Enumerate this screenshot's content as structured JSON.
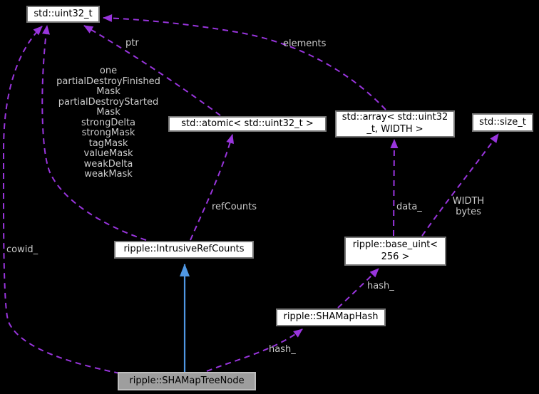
{
  "diagram": {
    "type": "collaboration-graph",
    "background_color": "#000000",
    "usage_edge_color": "#9935dd",
    "inheritance_edge_color": "#4f97e3",
    "edge_label_color": "#cbcbcb",
    "node_fill": "#ffffff",
    "focus_node_fill": "#9e9e9e",
    "nodes": [
      {
        "id": "std-uint32-t",
        "label": "std::uint32_t",
        "highlighted": false
      },
      {
        "id": "std-atomic-uint32",
        "label": "std::atomic< std::uint32_t >",
        "highlighted": false
      },
      {
        "id": "std-array-uint32-width",
        "label": "std::array< std::uint32\n_t, WIDTH >",
        "highlighted": false
      },
      {
        "id": "std-size-t",
        "label": "std::size_t",
        "highlighted": false
      },
      {
        "id": "ripple-intrusiverefcounts",
        "label": "ripple::IntrusiveRefCounts",
        "highlighted": false
      },
      {
        "id": "ripple-base-uint-256",
        "label": "ripple::base_uint<\n256 >",
        "highlighted": false
      },
      {
        "id": "ripple-shamaphash",
        "label": "ripple::SHAMapHash",
        "highlighted": false
      },
      {
        "id": "ripple-shamaptreenode",
        "label": "ripple::SHAMapTreeNode",
        "highlighted": true
      }
    ],
    "edge_labels": {
      "ptr": "ptr",
      "elements": "elements",
      "masks": "one\npartialDestroyFinished\nMask\npartialDestroyStarted\nMask\nstrongDelta\nstrongMask\ntagMask\nvalueMask\nweakDelta\nweakMask",
      "refCounts": "refCounts",
      "cowid": "cowid_",
      "data": "data_",
      "widthBytes": "WIDTH\nbytes",
      "hashUpper": "hash_",
      "hashLower": "hash_"
    },
    "edges": [
      {
        "from": "ripple::SHAMapTreeNode",
        "to": "std::uint32_t",
        "label": "cowid_",
        "style": "dashed",
        "kind": "usage"
      },
      {
        "from": "ripple::IntrusiveRefCounts",
        "to": "std::uint32_t",
        "label": "one partialDestroyFinishedMask partialDestroyStartedMask strongDelta strongMask tagMask valueMask weakDelta weakMask",
        "style": "dashed",
        "kind": "usage"
      },
      {
        "from": "std::atomic< std::uint32_t >",
        "to": "std::uint32_t",
        "label": "ptr",
        "style": "dashed",
        "kind": "usage"
      },
      {
        "from": "std::array< std::uint32_t, WIDTH >",
        "to": "std::uint32_t",
        "label": "elements",
        "style": "dashed",
        "kind": "usage"
      },
      {
        "from": "ripple::IntrusiveRefCounts",
        "to": "std::atomic< std::uint32_t >",
        "label": "refCounts",
        "style": "dashed",
        "kind": "usage"
      },
      {
        "from": "ripple::base_uint< 256 >",
        "to": "std::array< std::uint32_t, WIDTH >",
        "label": "data_",
        "style": "dashed",
        "kind": "usage"
      },
      {
        "from": "ripple::base_uint< 256 >",
        "to": "std::size_t",
        "label": "WIDTH bytes",
        "style": "dashed",
        "kind": "usage"
      },
      {
        "from": "ripple::SHAMapHash",
        "to": "ripple::base_uint< 256 >",
        "label": "hash_",
        "style": "dashed",
        "kind": "usage"
      },
      {
        "from": "ripple::SHAMapTreeNode",
        "to": "ripple::SHAMapHash",
        "label": "hash_",
        "style": "dashed",
        "kind": "usage"
      },
      {
        "from": "ripple::SHAMapTreeNode",
        "to": "ripple::IntrusiveRefCounts",
        "label": "",
        "style": "solid",
        "kind": "inheritance"
      }
    ]
  }
}
